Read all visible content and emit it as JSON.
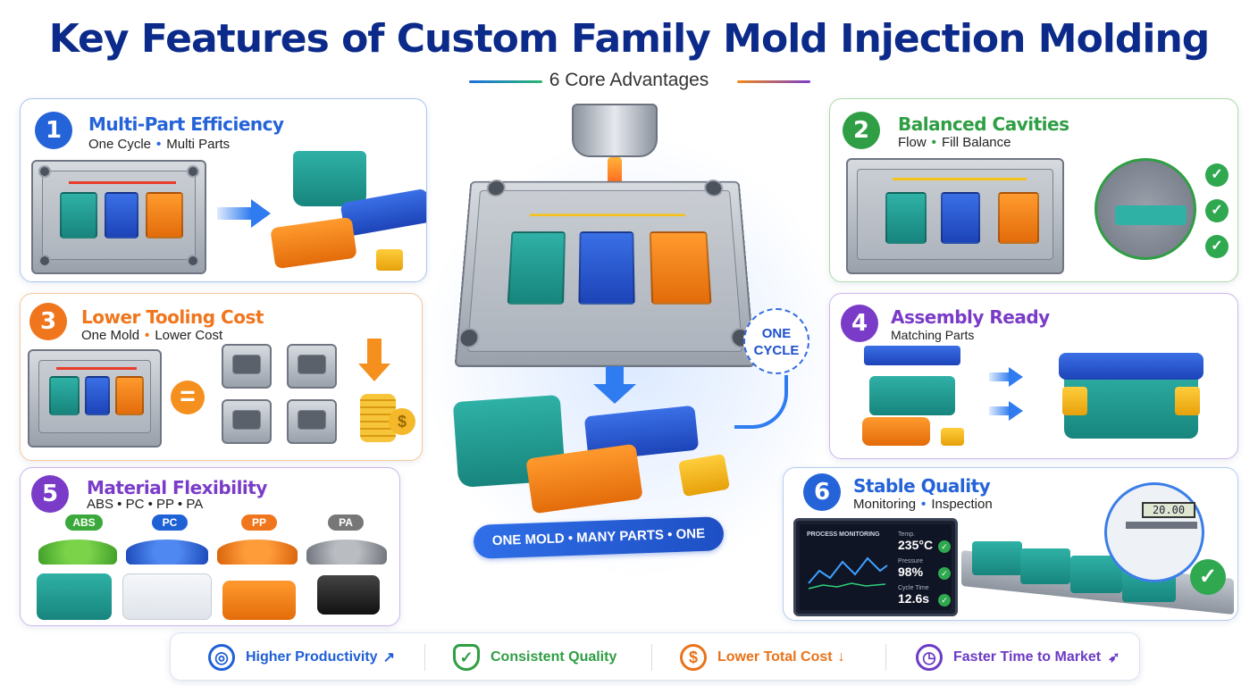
{
  "title": "Key Features of Custom Family Mold Injection Molding",
  "subtitle": "6 Core Advantages",
  "colors": {
    "blue": "#2563d9",
    "green": "#2f9e44",
    "orange": "#f0761d",
    "purple": "#7a3cc8",
    "navy": "#0b2a8a"
  },
  "cards": {
    "c1": {
      "num": "1",
      "title": "Multi-Part Efficiency",
      "sub_a": "One Cycle",
      "sub_b": "Multi Parts"
    },
    "c2": {
      "num": "2",
      "title": "Balanced Cavities",
      "sub_a": "Flow",
      "sub_b": "Fill Balance"
    },
    "c3": {
      "num": "3",
      "title": "Lower Tooling Cost",
      "sub_a": "One Mold",
      "sub_b": "Lower Cost",
      "equals": "="
    },
    "c4": {
      "num": "4",
      "title": "Assembly Ready",
      "sub": "Matching Parts"
    },
    "c5": {
      "num": "5",
      "title": "Material Flexibility",
      "sub": "ABS • PC • PP • PA",
      "materials": [
        "ABS",
        "PC",
        "PP",
        "PA"
      ]
    },
    "c6": {
      "num": "6",
      "title": "Stable Quality",
      "sub_a": "Monitoring",
      "sub_b": "Inspection",
      "monitor_title": "PROCESS MONITORING",
      "stats": [
        {
          "label": "Temp.",
          "value": "235°C"
        },
        {
          "label": "Pressure",
          "value": "98%"
        },
        {
          "label": "Cycle Time",
          "value": "12.6s"
        }
      ],
      "caliper_reading": "20.00"
    }
  },
  "center": {
    "one_cycle_a": "ONE",
    "one_cycle_b": "CYCLE",
    "banner": "ONE MOLD • MANY PARTS • ONE CYCLE"
  },
  "bottom_bar": [
    {
      "label": "Higher Productivity",
      "icon": "target-icon",
      "color": "#1f5fd6"
    },
    {
      "label": "Consistent Quality",
      "icon": "shield-check-icon",
      "color": "#2f9e44"
    },
    {
      "label": "Lower Total Cost",
      "icon": "dollar-hand-icon",
      "color": "#e8731a"
    },
    {
      "label": "Faster Time to Market",
      "icon": "clock-icon",
      "color": "#6b3bc4"
    }
  ]
}
